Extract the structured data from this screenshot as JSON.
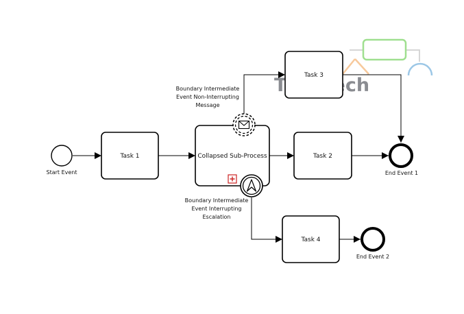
{
  "diagram": {
    "watermark": {
      "text": "Trisotech",
      "colors": {
        "green": "#9fdf8f",
        "orange": "#f7c99c",
        "blue": "#9cc7e6",
        "text": "#8a8c91"
      }
    },
    "events": {
      "start": {
        "label": "Start Event"
      },
      "end1": {
        "label": "End Event 1"
      },
      "end2": {
        "label": "End Event 2"
      }
    },
    "tasks": {
      "task1": {
        "label": "Task 1"
      },
      "task2": {
        "label": "Task 2"
      },
      "task3": {
        "label": "Task 3"
      },
      "task4": {
        "label": "Task 4"
      }
    },
    "subprocess": {
      "label": "Collapsed  Sub-Process",
      "marker_color": "#cc2222",
      "marker_icon": "plus-square-icon"
    },
    "boundary": {
      "message": {
        "lines": [
          "Boundary Intermediate",
          "Event Non-Interrupting",
          "Message"
        ],
        "icon": "envelope-icon"
      },
      "escalation": {
        "lines": [
          "Boundary Intermediate",
          "Event Interrupting",
          "Escalation"
        ],
        "icon": "escalation-icon"
      }
    }
  }
}
